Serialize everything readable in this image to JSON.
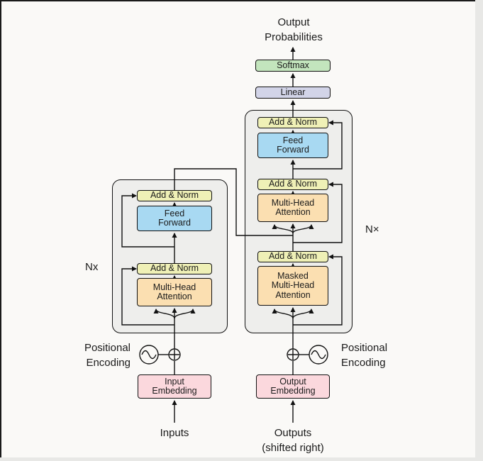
{
  "colors": {
    "background": "#faf9f7",
    "frame_line": "#1a1a1a",
    "frame_strip": "#e8e8e6",
    "container": "#eeeeec",
    "add_norm": "#eff0b6",
    "feed_forward": "#a8d9f2",
    "attention": "#fbdfb1",
    "embedding": "#fbd8dd",
    "softmax": "#c3e5bd",
    "linear": "#d2d4e8"
  },
  "labels": {
    "output_probabilities": "Output\nProbabilities",
    "softmax": "Softmax",
    "linear": "Linear",
    "add_norm": "Add & Norm",
    "feed_forward": "Feed\nForward",
    "multi_head_attention": "Multi-Head\nAttention",
    "masked_multi_head_attention": "Masked\nMulti-Head\nAttention",
    "input_embedding": "Input\nEmbedding",
    "output_embedding": "Output\nEmbedding",
    "positional_encoding": "Positional\nEncoding",
    "inputs": "Inputs",
    "outputs": "Outputs\n(shifted right)",
    "n_times_encoder": "Nx",
    "n_times_decoder": "N×"
  }
}
